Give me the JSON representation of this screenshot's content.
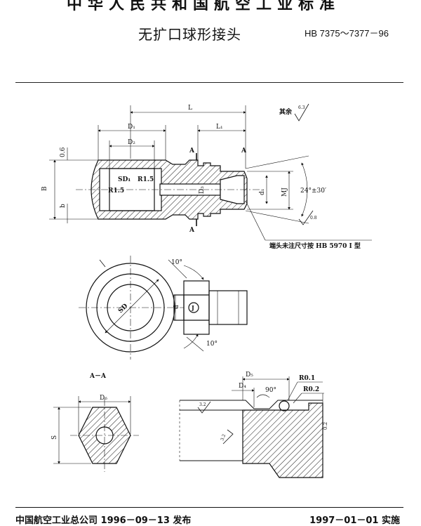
{
  "header": {
    "banner": "中华人民共和国航空工业标准",
    "title": "无扩口球形接头",
    "standard_number": "HB 7375～7377－96"
  },
  "drawing": {
    "main_view": {
      "dim_L": "L",
      "dim_L1": "L₁",
      "dim_D1": "D₁",
      "dim_D2": "D₂",
      "dim_B": "B",
      "dim_b": "b",
      "dim_06": "0.6",
      "dim_SD1": "SD₁",
      "dim_R15_a": "R1.5",
      "dim_R15_b": "R1.5",
      "dim_D3": "D₃",
      "dim_d1": "d₁",
      "dim_MJ": "MJ",
      "angle": "24°±30′",
      "section_A_top": "A",
      "section_A_bottom": "A",
      "section_A_right": "A",
      "roughness_other_label": "其余",
      "roughness_other_value": "6.3",
      "roughness_local_value": "0.8",
      "note": "端头未注尺寸按 HB 5970 I 型"
    },
    "end_view": {
      "dim_SD": "SD",
      "dim_d": "d",
      "angle_top": "10°",
      "angle_bottom": "10°",
      "marker": "J"
    },
    "section_view": {
      "label": "A－A",
      "dim_D6": "D₆",
      "dim_S": "S"
    },
    "detail_view": {
      "dim_D5": "D₅",
      "dim_D4": "D₄",
      "dim_R01": "R0.1",
      "dim_R02": "R0.2",
      "angle_90": "90°",
      "roughness_32_a": "3.2",
      "roughness_32_b": "3.2",
      "dim_02": "0.2"
    }
  },
  "footer": {
    "publisher": "中国航空工业总公司 1996－09－13 发布",
    "effective": "1997－01－01 实施"
  }
}
